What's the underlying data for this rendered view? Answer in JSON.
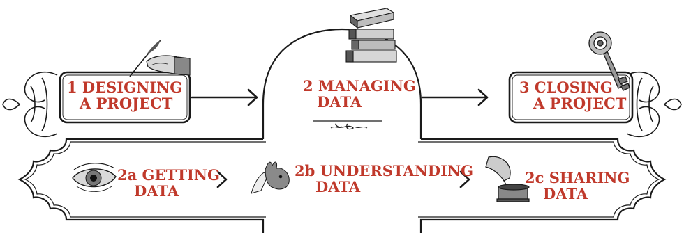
{
  "colors": {
    "label": "#c0392b",
    "line": "#1a1a1a"
  },
  "steps": [
    {
      "id": "designing",
      "line1": "1 DESIGNING",
      "line2": "A PROJECT",
      "icon": "hand-writing-quill-icon"
    },
    {
      "id": "managing",
      "line1": "2 MANAGING",
      "line2": "DATA",
      "icon": "stack-of-books-icon"
    },
    {
      "id": "closing",
      "line1": "3 CLOSING",
      "line2": "A PROJECT",
      "icon": "ornate-key-icon"
    }
  ],
  "substeps": [
    {
      "id": "getting",
      "line1": "2a GETTING",
      "line2": "DATA",
      "icon": "eye-icon"
    },
    {
      "id": "understanding",
      "line1": "2b UNDERSTANDING",
      "line2": "DATA",
      "icon": "hand-shadow-rabbit-icon"
    },
    {
      "id": "sharing",
      "line1": "2c SHARING",
      "line2": "DATA",
      "icon": "gramophone-icon"
    }
  ]
}
